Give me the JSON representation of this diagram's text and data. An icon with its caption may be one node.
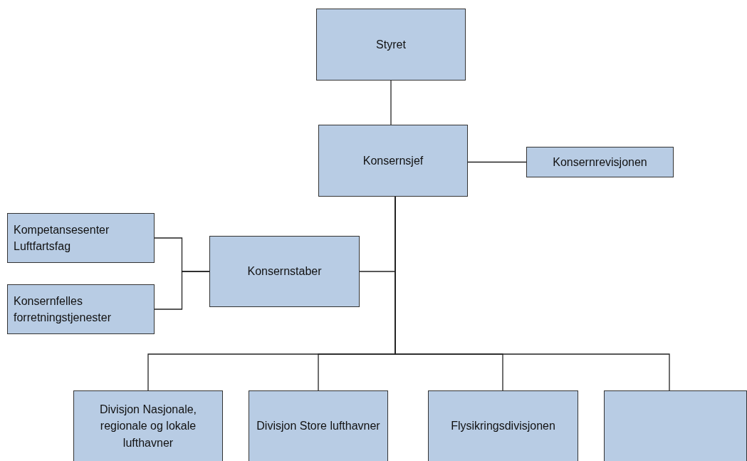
{
  "diagram": {
    "nodes": [
      {
        "text": [
          "Styret"
        ]
      },
      {
        "text": [
          "Konsernsjef"
        ]
      },
      {
        "text": [
          "Konsernrevisjonen"
        ]
      },
      {
        "text": [
          "Kompetansesenter Luftfartsfag"
        ]
      },
      {
        "text": [
          "Konsernstaber"
        ]
      },
      {
        "text": [
          "Konsernfelles forretningstjenester"
        ]
      },
      {
        "text": [
          "Divisjon Nasjonale, regionale og lokale lufthavner"
        ]
      },
      {
        "text": [
          "Divisjon Store lufthavner"
        ]
      },
      {
        "text": [
          "Flysikringsdivisjonen"
        ]
      },
      {
        "text": [],
        "shape": "box"
      }
    ],
    "edges": [
      {
        "from": 0,
        "to": 1,
        "arrow": "none"
      },
      {
        "from": 1,
        "to": 2,
        "arrow": "none"
      },
      {
        "from": 1,
        "to": 4,
        "arrow": "none"
      },
      {
        "from": 4,
        "to": 3,
        "arrow": "none"
      },
      {
        "from": 4,
        "to": 5,
        "arrow": "none"
      },
      {
        "from": 1,
        "to": 6,
        "arrow": "none"
      },
      {
        "from": 1,
        "to": 7,
        "arrow": "none"
      },
      {
        "from": 1,
        "to": 8,
        "arrow": "none"
      },
      {
        "from": 1,
        "to": 9,
        "arrow": "none"
      }
    ]
  }
}
